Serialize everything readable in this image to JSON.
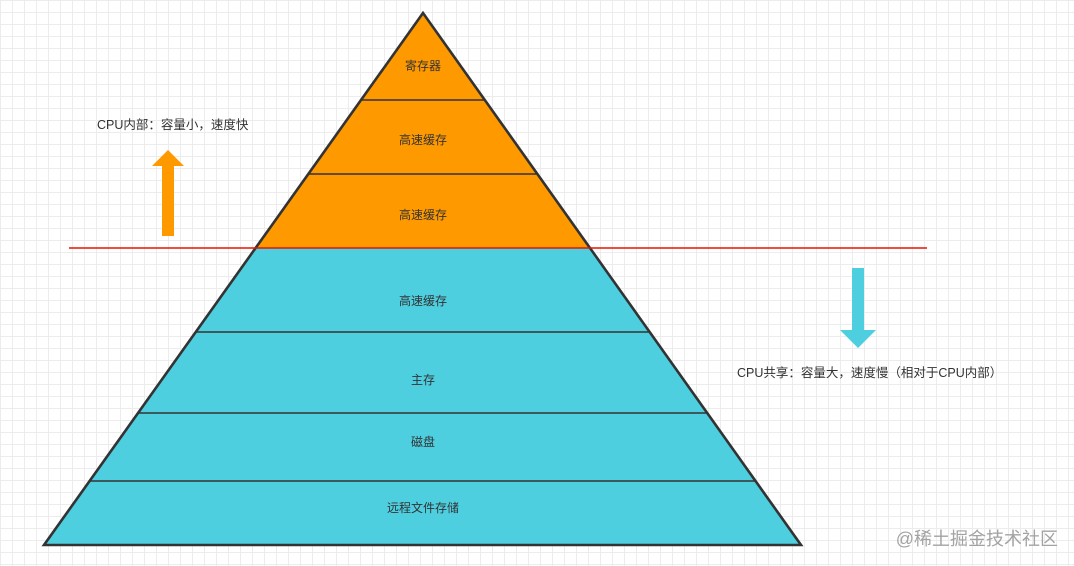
{
  "diagram": {
    "cpu_internal_layers": [
      {
        "label": "寄存器"
      },
      {
        "label": "高速缓存"
      },
      {
        "label": "高速缓存"
      }
    ],
    "cpu_shared_layers": [
      {
        "label": "高速缓存"
      },
      {
        "label": "主存"
      },
      {
        "label": "磁盘"
      },
      {
        "label": "远程文件存储"
      }
    ],
    "annotations": {
      "cpu_internal": "CPU内部：容量小，速度快",
      "cpu_shared": "CPU共享：容量大，速度慢（相对于CPU内部）"
    },
    "icons": {
      "up_arrow": "arrow-up-icon",
      "down_arrow": "arrow-down-icon"
    },
    "colors": {
      "cpu_internal_fill": "#FF9900",
      "cpu_shared_fill": "#4ECFE0",
      "divider_line": "#E51400",
      "outline": "#333333",
      "up_arrow": "#FF9900",
      "down_arrow": "#4ECFE0"
    }
  },
  "watermark": "@稀土掘金技术社区"
}
